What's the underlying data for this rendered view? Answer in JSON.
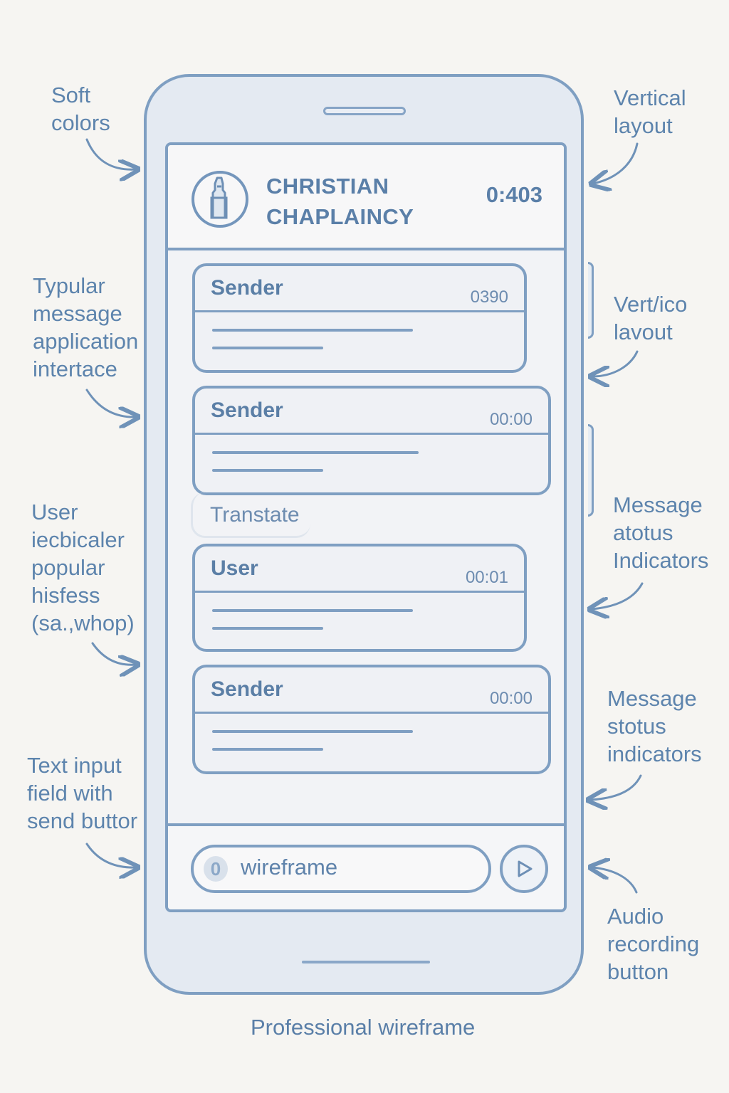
{
  "annotations": {
    "soft_colors": "Soft\ncolors",
    "vertical_layout_top": "Vertical\nlayout",
    "typular_message": "Typular\nmessage\napplication\nintertace",
    "vertlico_layout": "Vert/ico\nlavout",
    "user_iecbicaler": "User\niecbicaler\npopular\nhisfess\n(sa.,whop)",
    "message_atotus": "Message\natotus\nIndicators",
    "text_input_field": "Text input\nfield with\nsend buttor",
    "message_stotus": "Message\nstotus\nindicators",
    "audio_recording": "Audio\nrecording\nbutton"
  },
  "header": {
    "title": "CHRISTIAN\nCHAPLAINCY",
    "timer": "0:403",
    "logo_icon": "bottle-icon"
  },
  "messages": [
    {
      "sender": "Sender",
      "time": "0390"
    },
    {
      "sender": "Sender",
      "time": "00:00"
    },
    {
      "sender": "User",
      "time": "00:01"
    },
    {
      "sender": "Sender",
      "time": "00:00"
    }
  ],
  "translate_label": "Transtate",
  "input": {
    "value": "wireframe",
    "mic_icon": "0",
    "send_icon": "play-icon"
  },
  "caption": "Professional wireframe",
  "colors": {
    "background": "#f6f5f2",
    "phone_body": "#e4eaf2",
    "accent_blue": "#5b7fa6",
    "line_blue": "#7f9fc2"
  }
}
